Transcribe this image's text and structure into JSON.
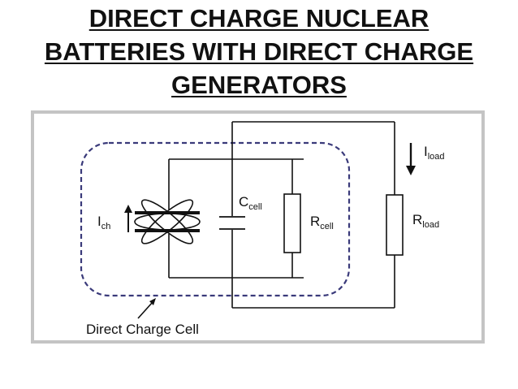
{
  "title": {
    "line1": "DIRECT CHARGE NUCLEAR",
    "line2": "BATTERIES WITH DIRECT CHARGE",
    "line3": "GENERATORS"
  },
  "diagram": {
    "current_source_label": {
      "main": "I",
      "sub": "ch"
    },
    "capacitor_label": {
      "main": "C",
      "sub": "cell"
    },
    "cell_resistor_label": {
      "main": "R",
      "sub": "cell"
    },
    "load_resistor_label": {
      "main": "R",
      "sub": "load"
    },
    "load_current_label": {
      "main": "I",
      "sub": "load"
    },
    "cell_caption": "Direct Charge Cell"
  },
  "colors": {
    "frame_border": "#c4c4c4",
    "dashed_outline": "#3a3a7a",
    "wire": "#111111"
  }
}
